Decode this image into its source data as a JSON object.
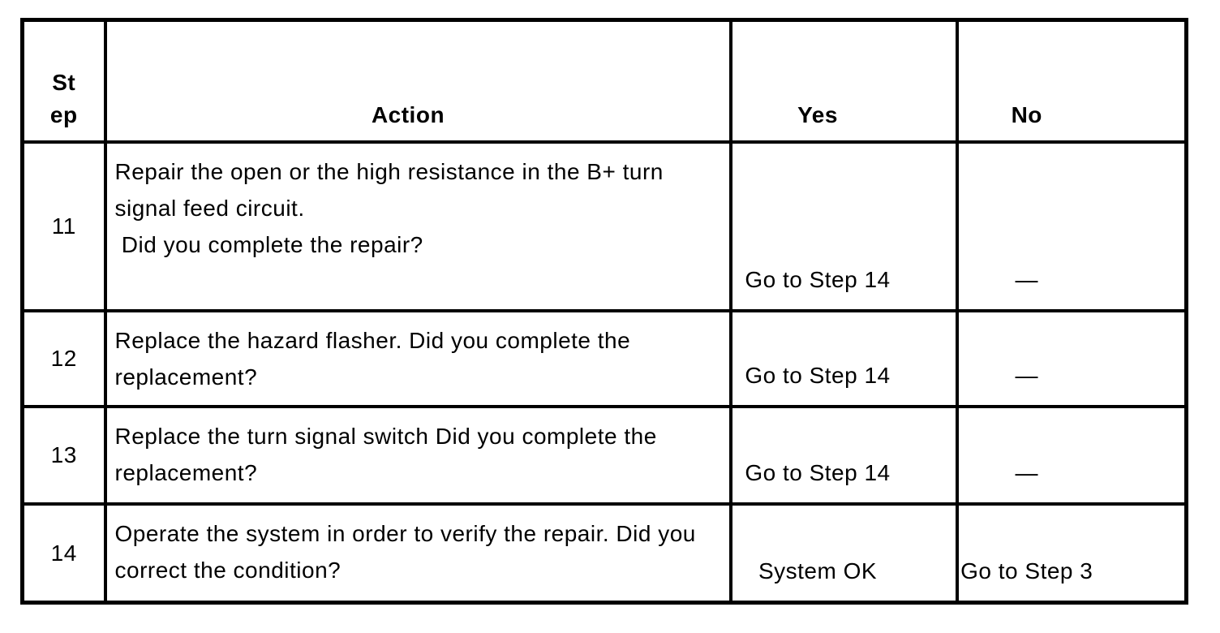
{
  "table": {
    "headers": {
      "step": "St\nep",
      "action": "Action",
      "yes": "Yes",
      "no": "No"
    },
    "rows": [
      {
        "step": "11",
        "action": "Repair the open or the high resistance in the B+ turn signal feed circuit.\n Did you complete the repair?",
        "yes": "Go to Step 14",
        "no": "—"
      },
      {
        "step": "12",
        "action": "Replace the hazard flasher. Did you complete the replacement?",
        "yes": "Go to Step 14",
        "no": "—"
      },
      {
        "step": "13",
        "action": "Replace the turn signal switch Did you complete the replacement?",
        "yes": "Go to Step 14",
        "no": "—"
      },
      {
        "step": "14",
        "action": "Operate the system in order to verify the repair. Did you correct the condition?",
        "yes": "System OK",
        "no": "Go to Step 3"
      }
    ]
  }
}
